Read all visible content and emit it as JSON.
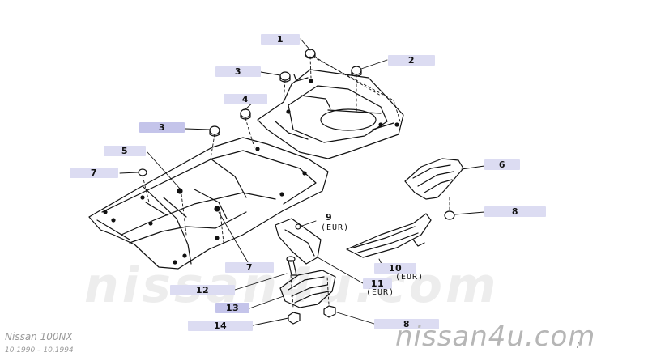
{
  "callouts": [
    {
      "id": "c1",
      "label": "1"
    },
    {
      "id": "c2",
      "label": "2"
    },
    {
      "id": "c3a",
      "label": "3"
    },
    {
      "id": "c4",
      "label": "4"
    },
    {
      "id": "c3b",
      "label": "3"
    },
    {
      "id": "c5",
      "label": "5"
    },
    {
      "id": "c6",
      "label": "6"
    },
    {
      "id": "c7a",
      "label": "7"
    },
    {
      "id": "c8a",
      "label": "8"
    },
    {
      "id": "c9",
      "label": "9"
    },
    {
      "id": "c7b",
      "label": "7"
    },
    {
      "id": "c10",
      "label": "10"
    },
    {
      "id": "c11",
      "label": "11"
    },
    {
      "id": "c12",
      "label": "12"
    },
    {
      "id": "c13",
      "label": "13"
    },
    {
      "id": "c14",
      "label": "14"
    },
    {
      "id": "c8b",
      "label": "8"
    }
  ],
  "variant_notes": {
    "part9": "(EUR)",
    "part10": "(EUR)",
    "part11": "(EUR)"
  },
  "watermark": "nissan4u.com",
  "brand": "nissan4u.com",
  "model": "Nissan 100NX",
  "period": "10.1990 – 10.1994",
  "corner_mark": "/"
}
